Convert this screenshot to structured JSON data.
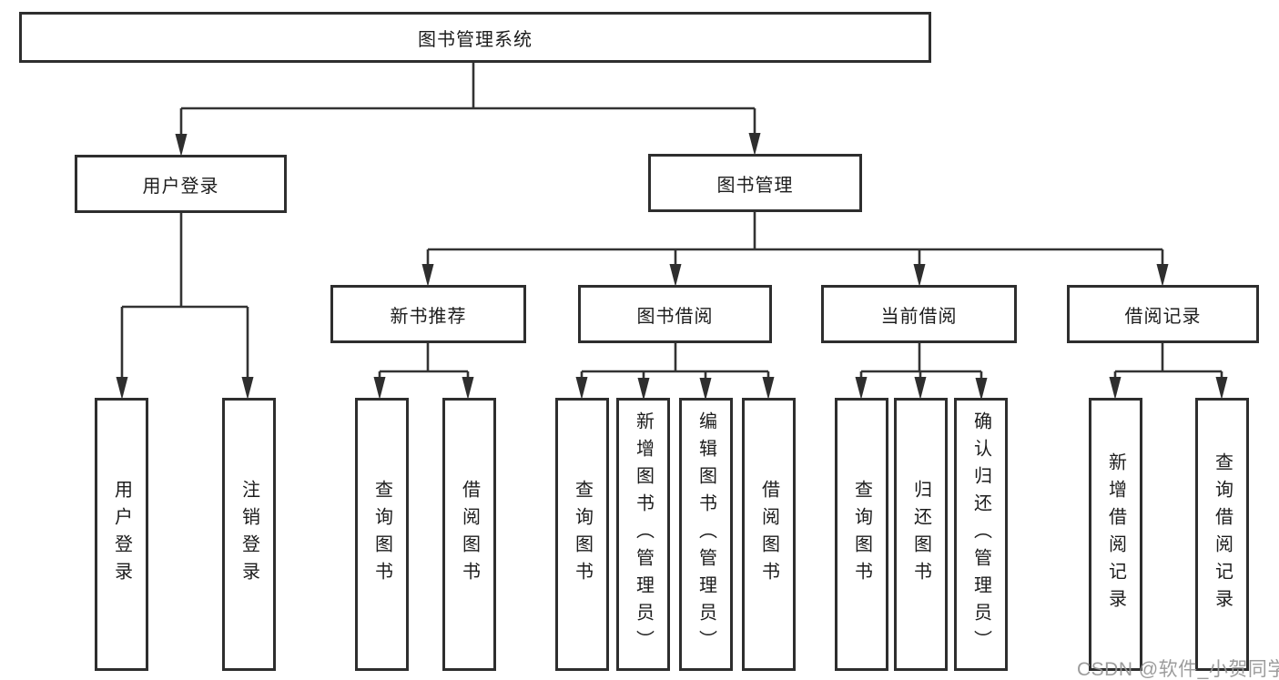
{
  "title": "图书管理系统",
  "watermark": "CSDN @软件_小贺同学",
  "nodes": {
    "user_login": {
      "label": "用户登录",
      "children": [
        "用户登录",
        "注销登录"
      ]
    },
    "book_mgmt": {
      "label": "图书管理"
    },
    "new_books": {
      "label": "新书推荐",
      "children": [
        "查询图书",
        "借阅图书"
      ]
    },
    "book_borrow": {
      "label": "图书借阅",
      "children": [
        "查询图书",
        "新增图书（管理员）",
        "编辑图书（管理员）",
        "借阅图书"
      ]
    },
    "current_borrow": {
      "label": "当前借阅",
      "children": [
        "查询图书",
        "归还图书",
        "确认归还（管理员）"
      ]
    },
    "borrow_records": {
      "label": "借阅记录",
      "children": [
        "新增借阅记录",
        "查询借阅记录"
      ]
    }
  }
}
